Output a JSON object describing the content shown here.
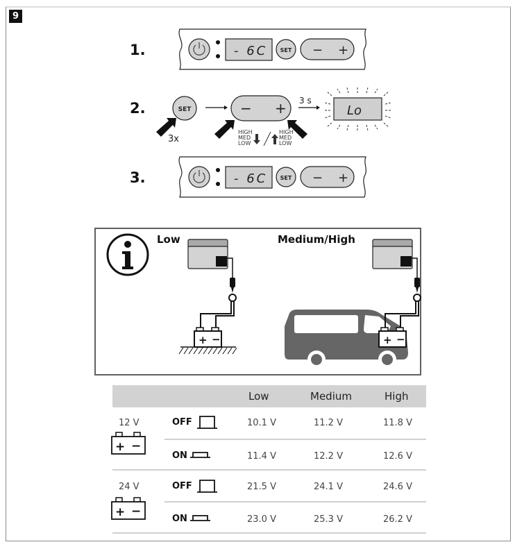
{
  "figure_number": "9",
  "steps": [
    {
      "label": "1.",
      "display": "- 6C",
      "set_label": "SET",
      "minus": "−",
      "plus": "+"
    },
    {
      "label": "2.",
      "set_label": "SET",
      "press_count": "3x",
      "minus": "−",
      "plus": "+",
      "delay": "3 s",
      "display": "Lo",
      "down_levels": [
        "HIGH",
        "MED",
        "LOW"
      ],
      "up_levels": [
        "HIGH",
        "MED",
        "LOW"
      ]
    },
    {
      "label": "3.",
      "display": "- 6C",
      "set_label": "SET",
      "minus": "−",
      "plus": "+"
    }
  ],
  "info": {
    "icon": "info-icon",
    "low_label": "Low",
    "medhigh_label": "Medium/High"
  },
  "table": {
    "headers": [
      "",
      "",
      "Low",
      "Medium",
      "High"
    ],
    "groups": [
      {
        "battery": "12 V",
        "rows": [
          {
            "state": "OFF",
            "values": [
              "10.1 V",
              "11.2 V",
              "11.8 V"
            ]
          },
          {
            "state": "ON",
            "values": [
              "11.4 V",
              "12.2 V",
              "12.6 V"
            ]
          }
        ]
      },
      {
        "battery": "24 V",
        "rows": [
          {
            "state": "OFF",
            "values": [
              "21.5 V",
              "24.1 V",
              "24.6 V"
            ]
          },
          {
            "state": "ON",
            "values": [
              "23.0 V",
              "25.3 V",
              "26.2 V"
            ]
          }
        ]
      }
    ]
  },
  "colors": {
    "panel_gray": "#d3d3d3",
    "van_gray": "#666666",
    "table_header": "#d2d2d2"
  }
}
